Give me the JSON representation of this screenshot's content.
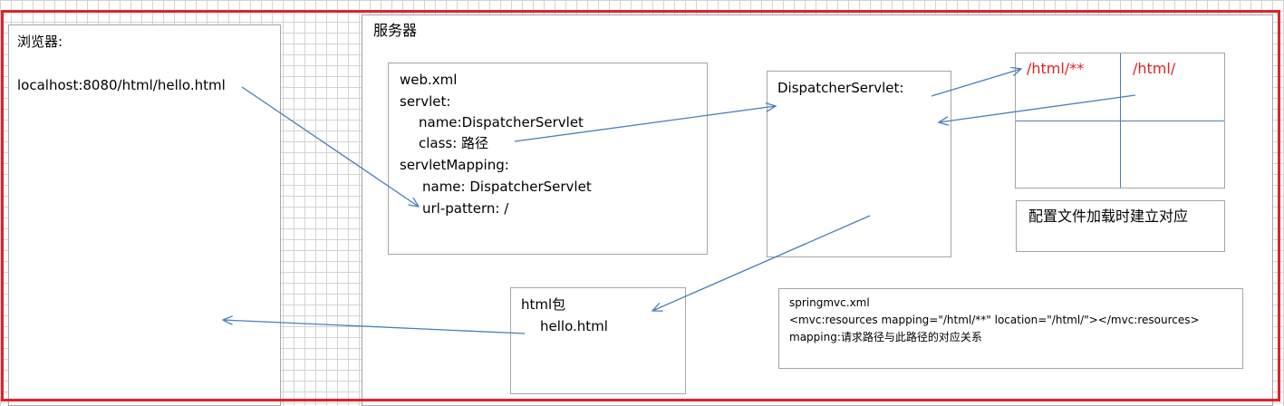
{
  "browser": {
    "title": "浏览器:",
    "url": "localhost:8080/html/hello.html"
  },
  "server": {
    "title": "服务器"
  },
  "webxml": {
    "l1": "web.xml",
    "l2": "servlet:",
    "l3": "name:DispatcherServlet",
    "l4": "class: 路径",
    "l5": "servletMapping:",
    "l6": "name: DispatcherServlet",
    "l7": "url-pattern: /"
  },
  "dispatcher": {
    "title": "DispatcherServlet:"
  },
  "mapping_table": {
    "left": "/html/**",
    "right": "/html/"
  },
  "note": {
    "text": "配置文件加载时建立对应"
  },
  "html_pkg": {
    "title": "html包",
    "file": "hello.html"
  },
  "springmvc": {
    "l1": "springmvc.xml",
    "l2": "<mvc:resources mapping=\"/html/**\" location=\"/html/\"></mvc:resources>",
    "l3": "mapping:请求路径与此路径的对应关系"
  },
  "colors": {
    "arrow": "#4a7ebb",
    "frame": "#e0212a",
    "accent_text": "#e02020",
    "grid": "#d4d4d4"
  }
}
